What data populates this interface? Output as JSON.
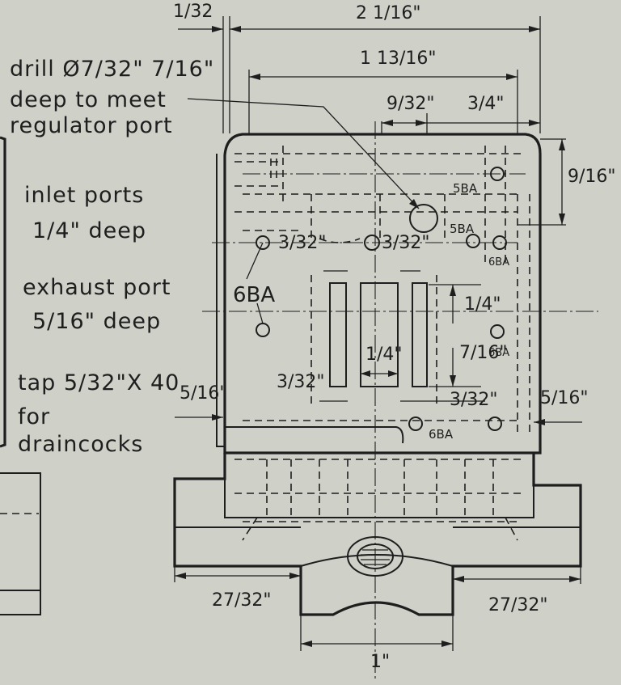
{
  "notes": {
    "drill_line1": "drill Ø7/32\" 7/16\"",
    "drill_line2": "deep to meet",
    "drill_line3": "regulator port",
    "inlet_line1": "inlet ports",
    "inlet_line2": "1/4\" deep",
    "exhaust_line1": "exhaust port",
    "exhaust_line2": "5/16\" deep",
    "tap_line1": "tap 5/32\"X 40",
    "tap_line2": "for",
    "tap_line3": "draincocks"
  },
  "dimensions": {
    "d_1_32": "1/32",
    "d_2_1_16": "2 1/16\"",
    "d_1_13_16": "1 13/16\"",
    "d_9_32_top": "9/32\"",
    "d_3_4": "3/4\"",
    "d_9_16": "9/16\"",
    "d_3_32_left": "3/32\"",
    "d_3_32_mid": "3/32\"",
    "d_1_4_right": "1/4\"",
    "d_1_4_center": "1/4\"",
    "d_7_16": "7/16\"",
    "d_3_32_lower_left": "3/32\"",
    "d_3_32_lower_right": "3/32\"",
    "d_5_16_left": "5/16\"",
    "d_5_16_right": "5/16\"",
    "d_27_32_left": "27/32\"",
    "d_27_32_right": "27/32\"",
    "d_1": "1\""
  },
  "threads": {
    "t_6ba_left": "6BA",
    "t_5ba_top": "5BA",
    "t_5ba_mid": "5BA",
    "t_6ba_r1": "6BA",
    "t_6ba_r2": "6BA",
    "t_6ba_bottom": "6BA"
  }
}
